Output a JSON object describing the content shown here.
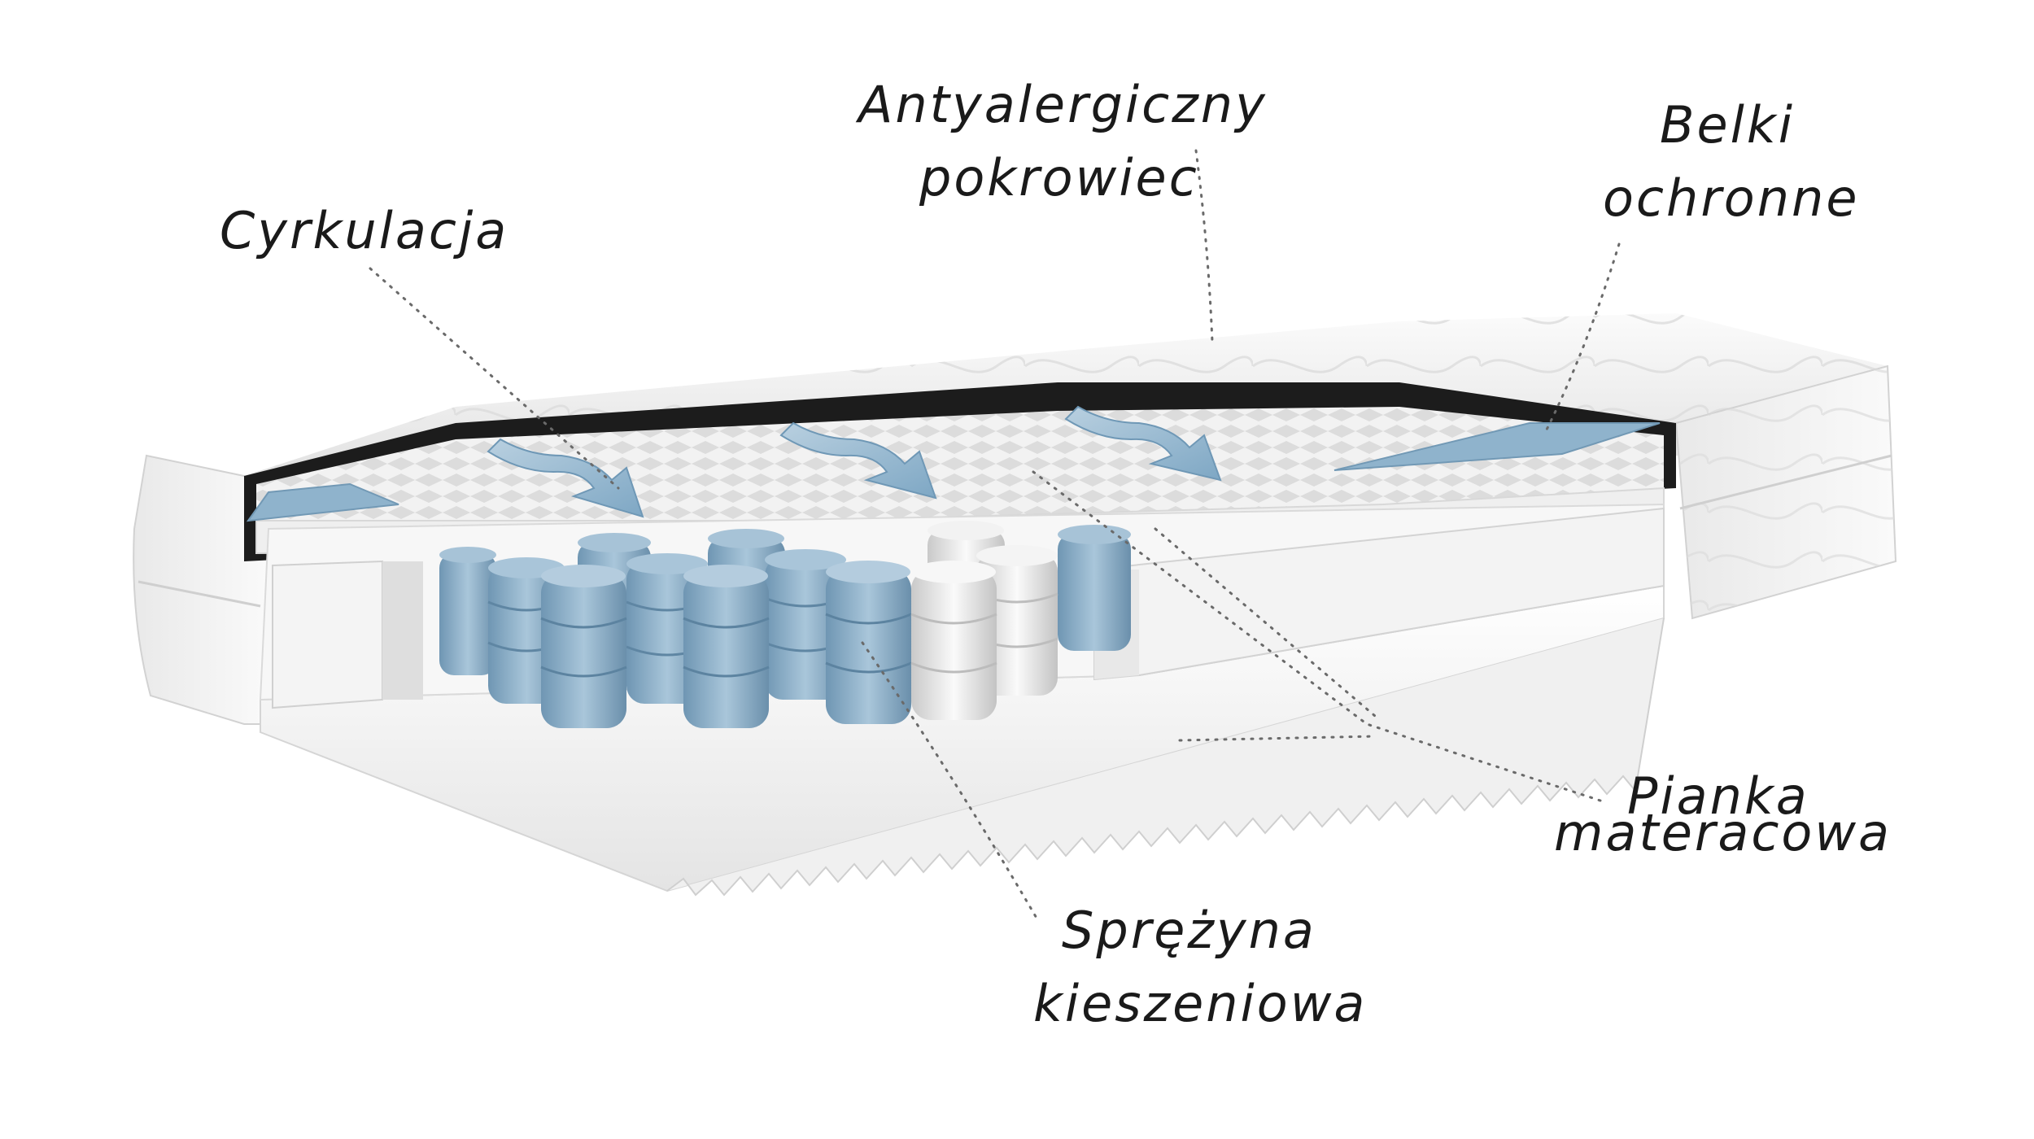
{
  "labels": {
    "circulation": "Cyrkulacja",
    "cover_line1": "Antyalergiczny",
    "cover_line2": "pokrowiec",
    "beams_line1": "Belki",
    "beams_line2": "ochronne",
    "foam_line1": "Pianka",
    "foam_line2": "materacowa",
    "spring_line1": "Sprężyna",
    "spring_line2": "kieszeniowa"
  },
  "colors": {
    "accent_blue": "#8fb3cc",
    "cover_white": "#f3f3f3",
    "foam_white": "#ececec",
    "pocket_white": "#e6e6e6",
    "label_text": "#1a1a1a"
  }
}
